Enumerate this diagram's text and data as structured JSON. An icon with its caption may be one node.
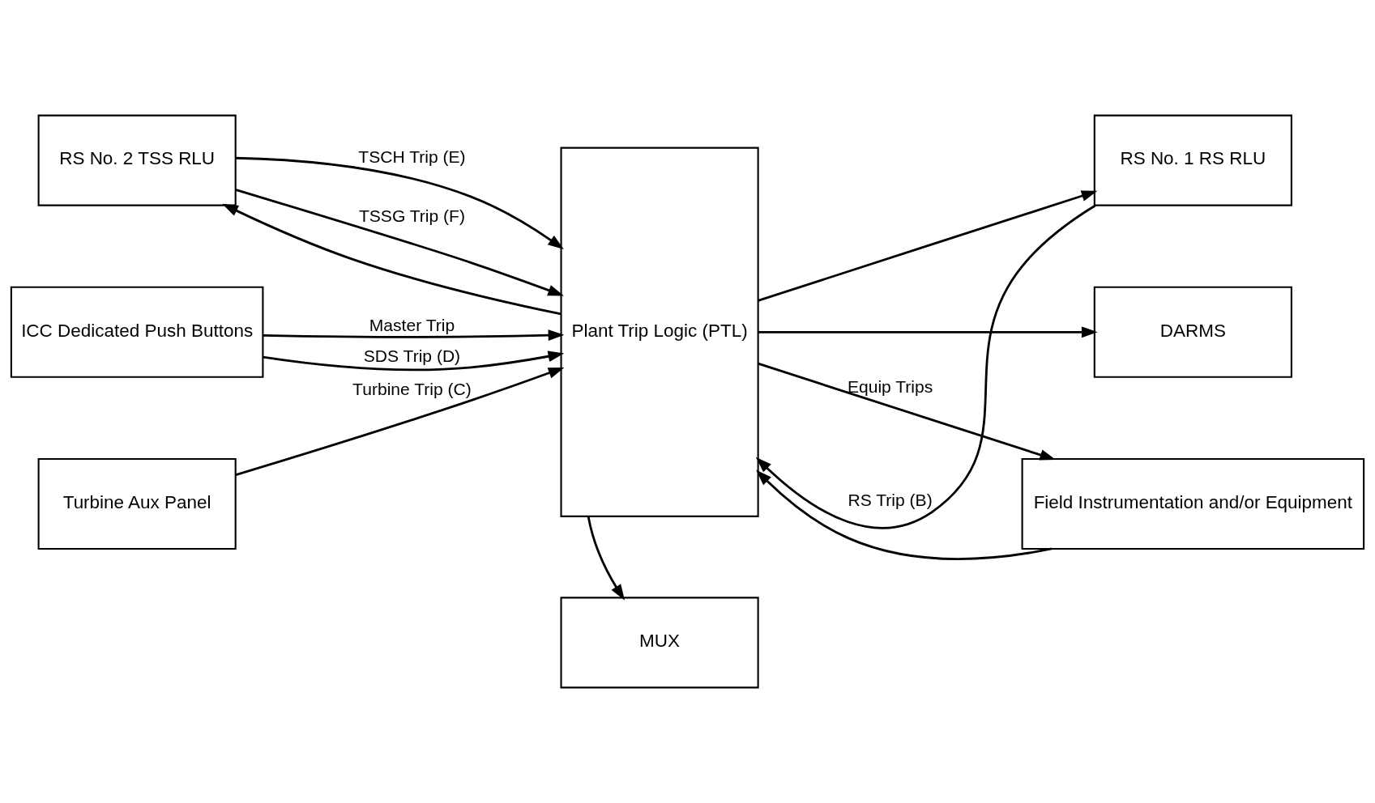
{
  "diagram": {
    "nodes": [
      {
        "text": [
          "RS No. 2 TSS RLU"
        ]
      },
      {
        "text": [
          "Plant Trip Logic (PTL)"
        ]
      },
      {
        "text": [
          "RS No. 1 RS RLU"
        ]
      },
      {
        "text": [
          "ICC Dedicated Push Buttons"
        ]
      },
      {
        "text": [
          "DARMS"
        ]
      },
      {
        "text": [
          "Turbine Aux Panel"
        ]
      },
      {
        "text": [
          "Field Instrumentation and/or Equipment"
        ]
      },
      {
        "text": [
          "MUX"
        ]
      }
    ],
    "edges": [
      {
        "from": 1,
        "to": 0,
        "arrow": "to"
      },
      {
        "from": 0,
        "to": 1,
        "arrow": "to",
        "label": "TSCH Trip (E)"
      },
      {
        "from": 0,
        "to": 1,
        "arrow": "to",
        "label": "TSSG Trip (F)"
      },
      {
        "from": 1,
        "to": 2,
        "arrow": "to"
      },
      {
        "from": 2,
        "to": 1,
        "arrow": "to",
        "label": "RS Trip (B)"
      },
      {
        "from": 3,
        "to": 1,
        "arrow": "to",
        "label": "Master Trip"
      },
      {
        "from": 3,
        "to": 1,
        "arrow": "to",
        "label": "SDS Trip (D)"
      },
      {
        "from": 1,
        "to": 4,
        "arrow": "to"
      },
      {
        "from": 5,
        "to": 1,
        "arrow": "to",
        "label": "Turbine Trip (C)"
      },
      {
        "from": 6,
        "to": 1,
        "arrow": "to"
      },
      {
        "from": 1,
        "to": 6,
        "arrow": "to",
        "label": "Equip Trips"
      },
      {
        "from": 1,
        "to": 7,
        "arrow": "to"
      }
    ]
  }
}
